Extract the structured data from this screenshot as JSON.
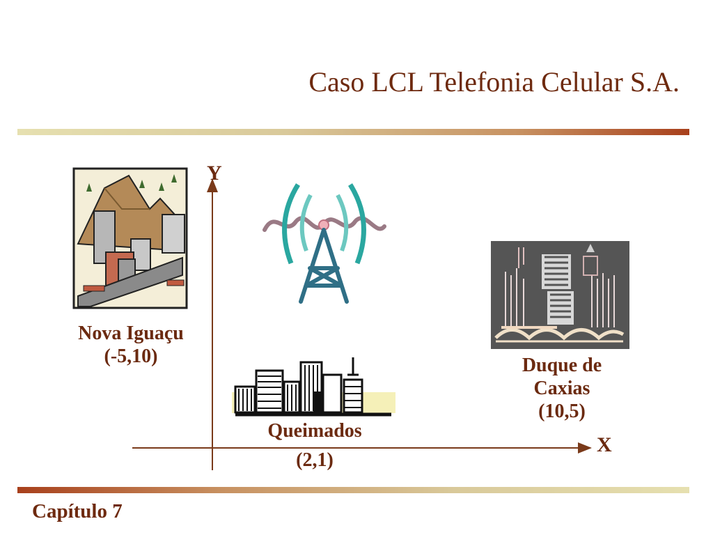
{
  "title": "Caso LCL Telefonia Celular S.A.",
  "footer": "Capítulo 7",
  "axes": {
    "x_label": "X",
    "y_label": "Y"
  },
  "cities": [
    {
      "name": "Nova Iguaçu",
      "coords": "(-5,10)"
    },
    {
      "name_line1": "Duque de",
      "name_line2": "Caxias",
      "coords": "(10,5)"
    },
    {
      "name": "Queimados",
      "coords": "(2,1)"
    }
  ],
  "colors": {
    "text": "#6b2a10",
    "axis": "#7a3a1a",
    "antenna": "#2f6f86",
    "waves": "#2aa7a0"
  },
  "icons": [
    "industrial-city-icon",
    "cell-tower-icon",
    "night-city-icon",
    "skyline-icon"
  ]
}
